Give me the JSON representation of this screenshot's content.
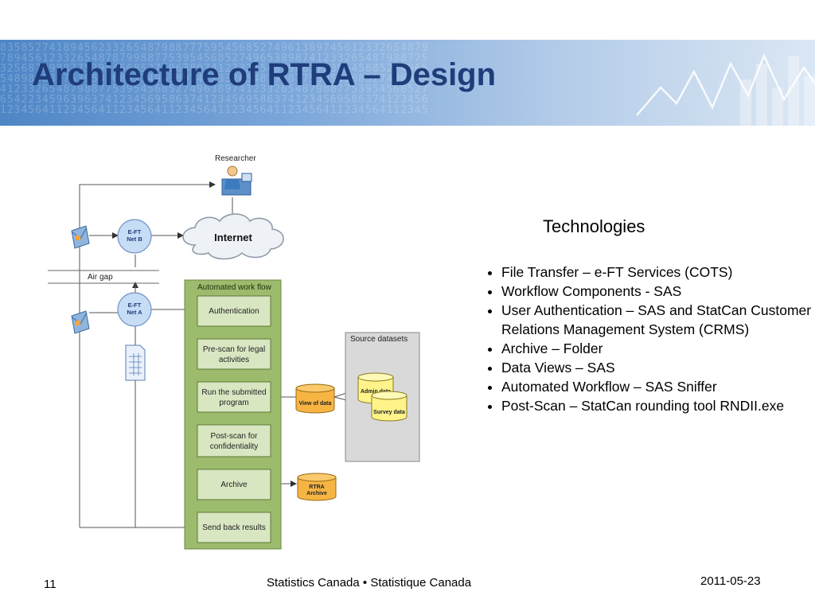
{
  "slide": {
    "title": "Architecture of RTRA – Design",
    "page_number": "11",
    "footer_center": "Statistics Canada • Statistique Canada",
    "date": "2011-05-23"
  },
  "banner": {
    "digit_rows": [
      "8358527418945623326548798877759545685274961389745612332654879",
      "7894561233265487879988775395456852749653898741233265487988775",
      "3256879988775395456852749638974123326548798877539545685274965",
      "5489898877539545685274963897412332654879887753954568527496389",
      "4123326548798877539545685274963897412332654879887753954568527",
      "6542234596396374123456958637412345695863741234569586374123456",
      "1234564112345641123456411234564112345641123456411234564112345"
    ]
  },
  "diagram": {
    "researcher_label": "Researcher",
    "internet_label": "Internet",
    "eft_b_line1": "E-FT",
    "eft_b_line2": "Net B",
    "eft_a_line1": "E-FT",
    "eft_a_line2": "Net A",
    "air_gap_label": "Air gap",
    "workflow_title": "Automated work flow",
    "steps": {
      "authentication": "Authentication",
      "prescan_1": "Pre-scan for legal",
      "prescan_2": "activities",
      "run_1": "Run the submitted",
      "run_2": "program",
      "postscan_1": "Post-scan for",
      "postscan_2": "confidentiality",
      "archive": "Archive",
      "sendback": "Send back results"
    },
    "source_datasets_title": "Source datasets",
    "admin_data": "Admin data",
    "survey_data": "Survey data",
    "view_of_data": "View of data",
    "rtra_archive_1": "RTRA",
    "rtra_archive_2": "Archive"
  },
  "technologies": {
    "title": "Technologies",
    "items": [
      "File Transfer – e-FT Services (COTS)",
      "Workflow Components - SAS",
      "User Authentication – SAS and StatCan Customer Relations Management System (CRMS)",
      "Archive – Folder",
      "Data Views – SAS",
      "Automated Workflow – SAS Sniffer",
      "Post-Scan – StatCan rounding tool RNDII.exe"
    ]
  },
  "colors": {
    "title": "#1f3d7a",
    "workflow_green": "#9dbb6d",
    "step_green": "#d9e6c2",
    "cylinder_orange": "#f6b543",
    "cylinder_yellow": "#fff38a",
    "source_gray": "#d9d9d9",
    "eft_blue": "#c7dcf5"
  }
}
